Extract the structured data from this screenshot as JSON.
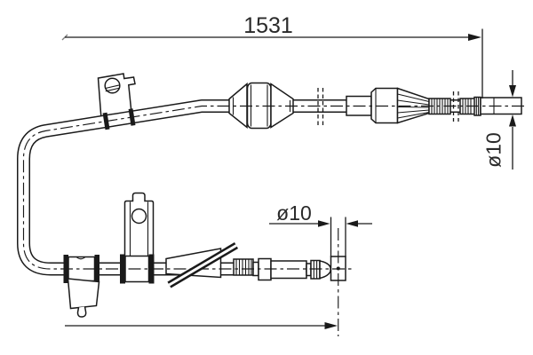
{
  "drawing": {
    "colors": {
      "background": "#ffffff",
      "line": "#1a1a1a",
      "text": "#2a2a2a"
    },
    "dimensions": {
      "overall_length": {
        "label": "1531"
      },
      "right_end_diameter": {
        "label": "ø10"
      },
      "lower_end_diameter": {
        "label": "ø10"
      }
    }
  }
}
